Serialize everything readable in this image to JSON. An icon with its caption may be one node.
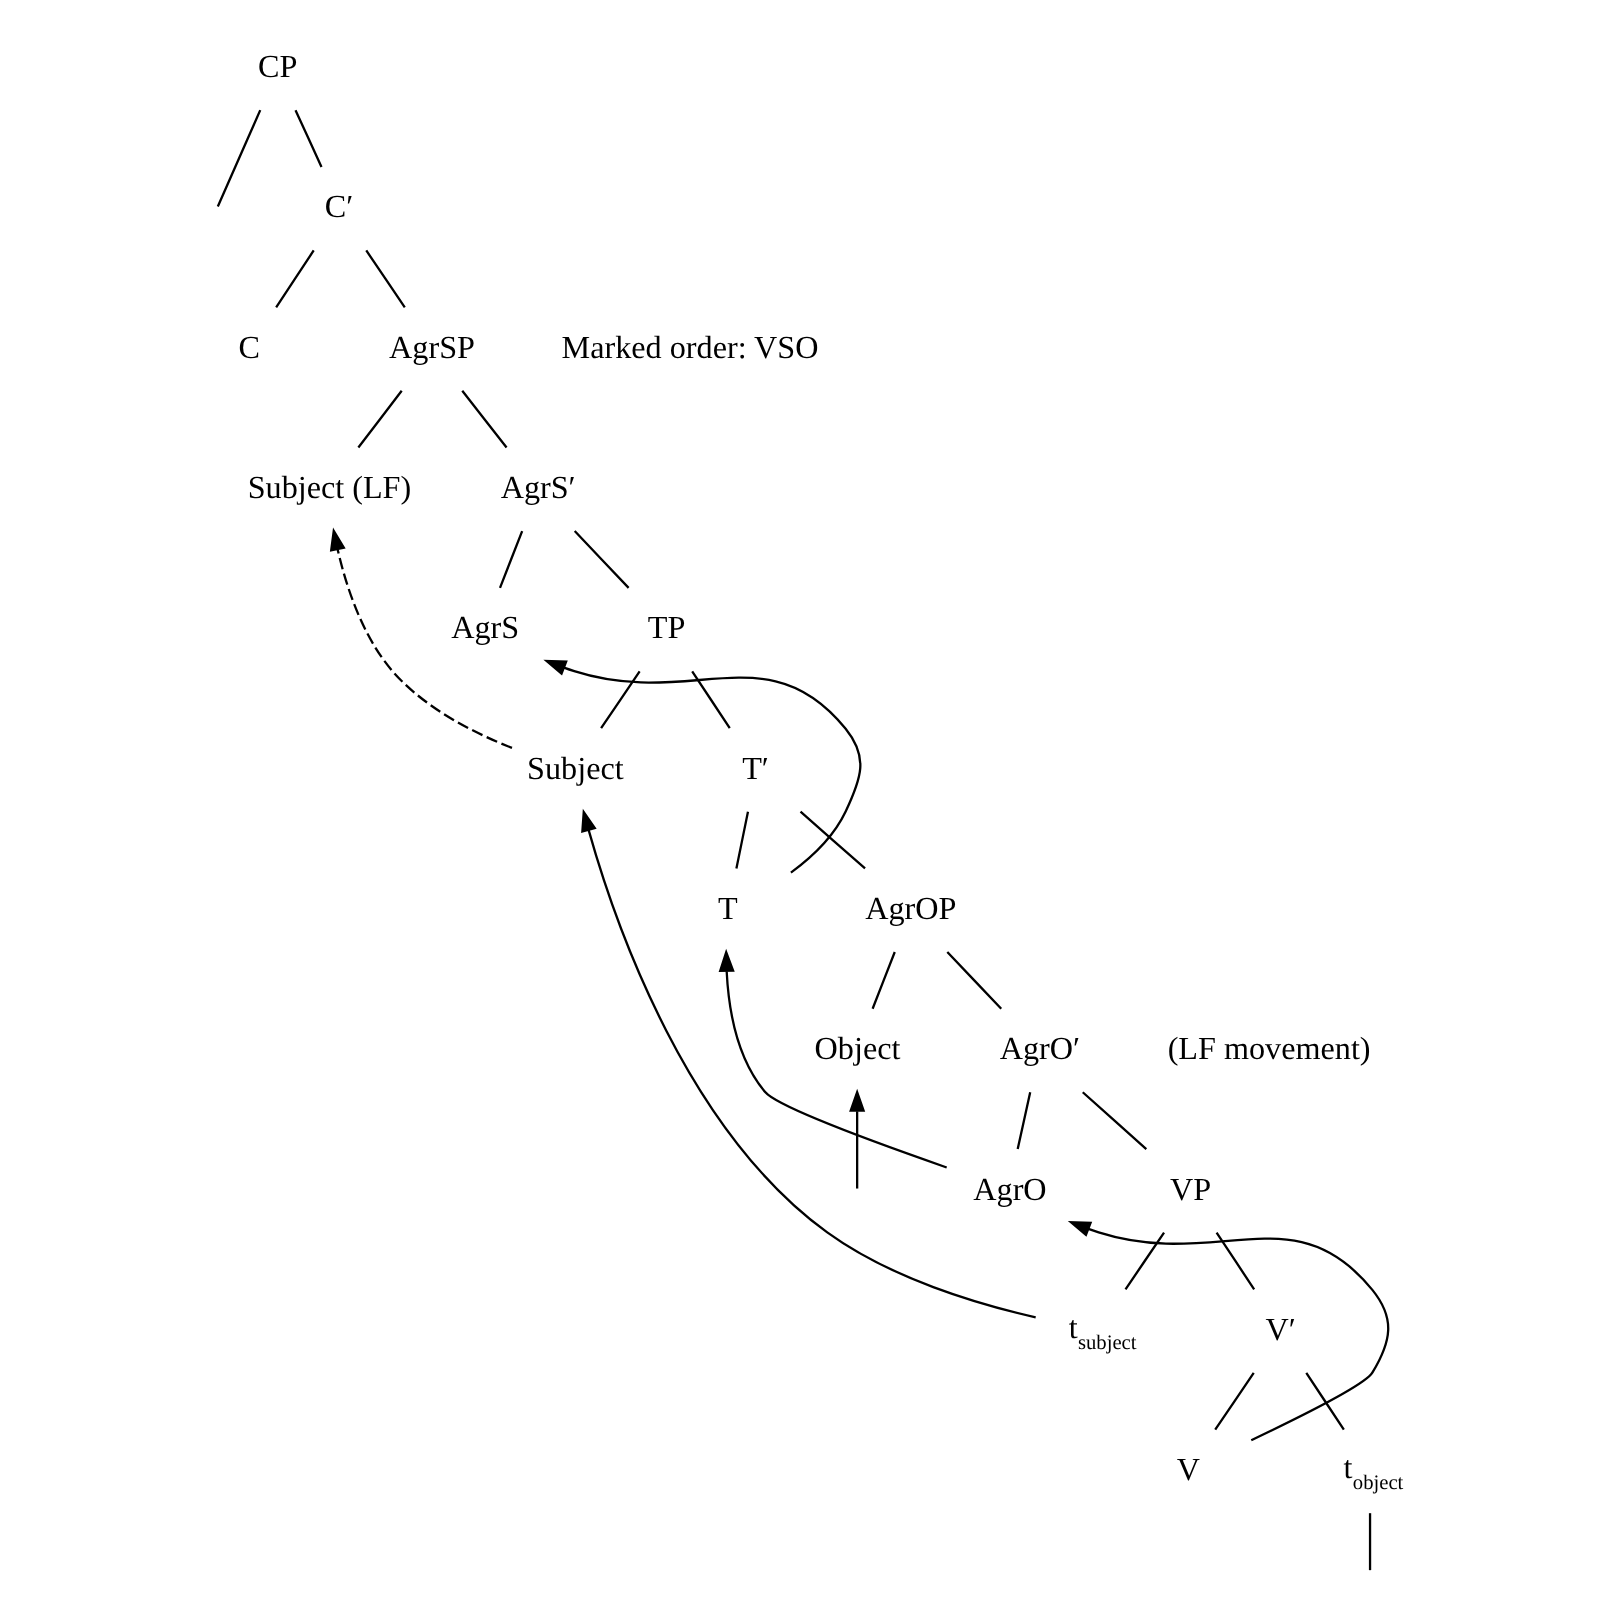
{
  "diagram": {
    "nodes": [
      {
        "text": [
          "CP"
        ]
      },
      {
        "text": [
          "C′"
        ]
      },
      {
        "text": [
          "C"
        ]
      },
      {
        "text": [
          "AgrSP"
        ]
      },
      {
        "text": [
          "Subject (LF)"
        ]
      },
      {
        "text": [
          "AgrS′"
        ]
      },
      {
        "text": [
          "AgrS"
        ]
      },
      {
        "text": [
          "TP"
        ]
      },
      {
        "text": [
          "Subject"
        ]
      },
      {
        "text": [
          "T′"
        ]
      },
      {
        "text": [
          "T"
        ]
      },
      {
        "text": [
          "AgrOP"
        ]
      },
      {
        "text": [
          "Object"
        ]
      },
      {
        "text": [
          "AgrO′"
        ]
      },
      {
        "text": [
          "AgrO"
        ]
      },
      {
        "text": [
          "VP"
        ]
      },
      {
        "text": [
          "t$_{subject}$"
        ]
      },
      {
        "text": [
          "V′"
        ]
      },
      {
        "text": [
          "V"
        ]
      },
      {
        "text": [
          "t$_{object}$"
        ]
      }
    ],
    "edges": [
      {
        "from": 0,
        "to": null,
        "arrow": "none"
      },
      {
        "from": 0,
        "to": 1,
        "arrow": "none"
      },
      {
        "from": 1,
        "to": 2,
        "arrow": "none"
      },
      {
        "from": 1,
        "to": 3,
        "arrow": "none"
      },
      {
        "from": 3,
        "to": 4,
        "arrow": "none"
      },
      {
        "from": 3,
        "to": 5,
        "arrow": "none"
      },
      {
        "from": 5,
        "to": 6,
        "arrow": "none"
      },
      {
        "from": 5,
        "to": 7,
        "arrow": "none"
      },
      {
        "from": 7,
        "to": 8,
        "arrow": "none"
      },
      {
        "from": 7,
        "to": 9,
        "arrow": "none"
      },
      {
        "from": 9,
        "to": 10,
        "arrow": "none"
      },
      {
        "from": 9,
        "to": 11,
        "arrow": "none"
      },
      {
        "from": 11,
        "to": 12,
        "arrow": "none"
      },
      {
        "from": 11,
        "to": 13,
        "arrow": "none"
      },
      {
        "from": 13,
        "to": 14,
        "arrow": "none"
      },
      {
        "from": 13,
        "to": 15,
        "arrow": "none"
      },
      {
        "from": 15,
        "to": 16,
        "arrow": "none"
      },
      {
        "from": 15,
        "to": 17,
        "arrow": "none"
      },
      {
        "from": 17,
        "to": 18,
        "arrow": "none"
      },
      {
        "from": 17,
        "to": 19,
        "arrow": "none"
      },
      {
        "from": 8,
        "to": 4,
        "arrow": "to",
        "style": "dashed"
      },
      {
        "from": 10,
        "to": 6,
        "arrow": "to"
      },
      {
        "from": 16,
        "to": 8,
        "arrow": "to"
      },
      {
        "from": 14,
        "to": 10,
        "arrow": "to"
      },
      {
        "from": null,
        "to": 12,
        "arrow": "to"
      },
      {
        "from": 18,
        "to": 14,
        "arrow": "to"
      },
      {
        "from": 19,
        "to": null,
        "arrow": "none"
      }
    ],
    "labels": [
      "Marked order: VSO",
      "(LF movement)"
    ]
  }
}
